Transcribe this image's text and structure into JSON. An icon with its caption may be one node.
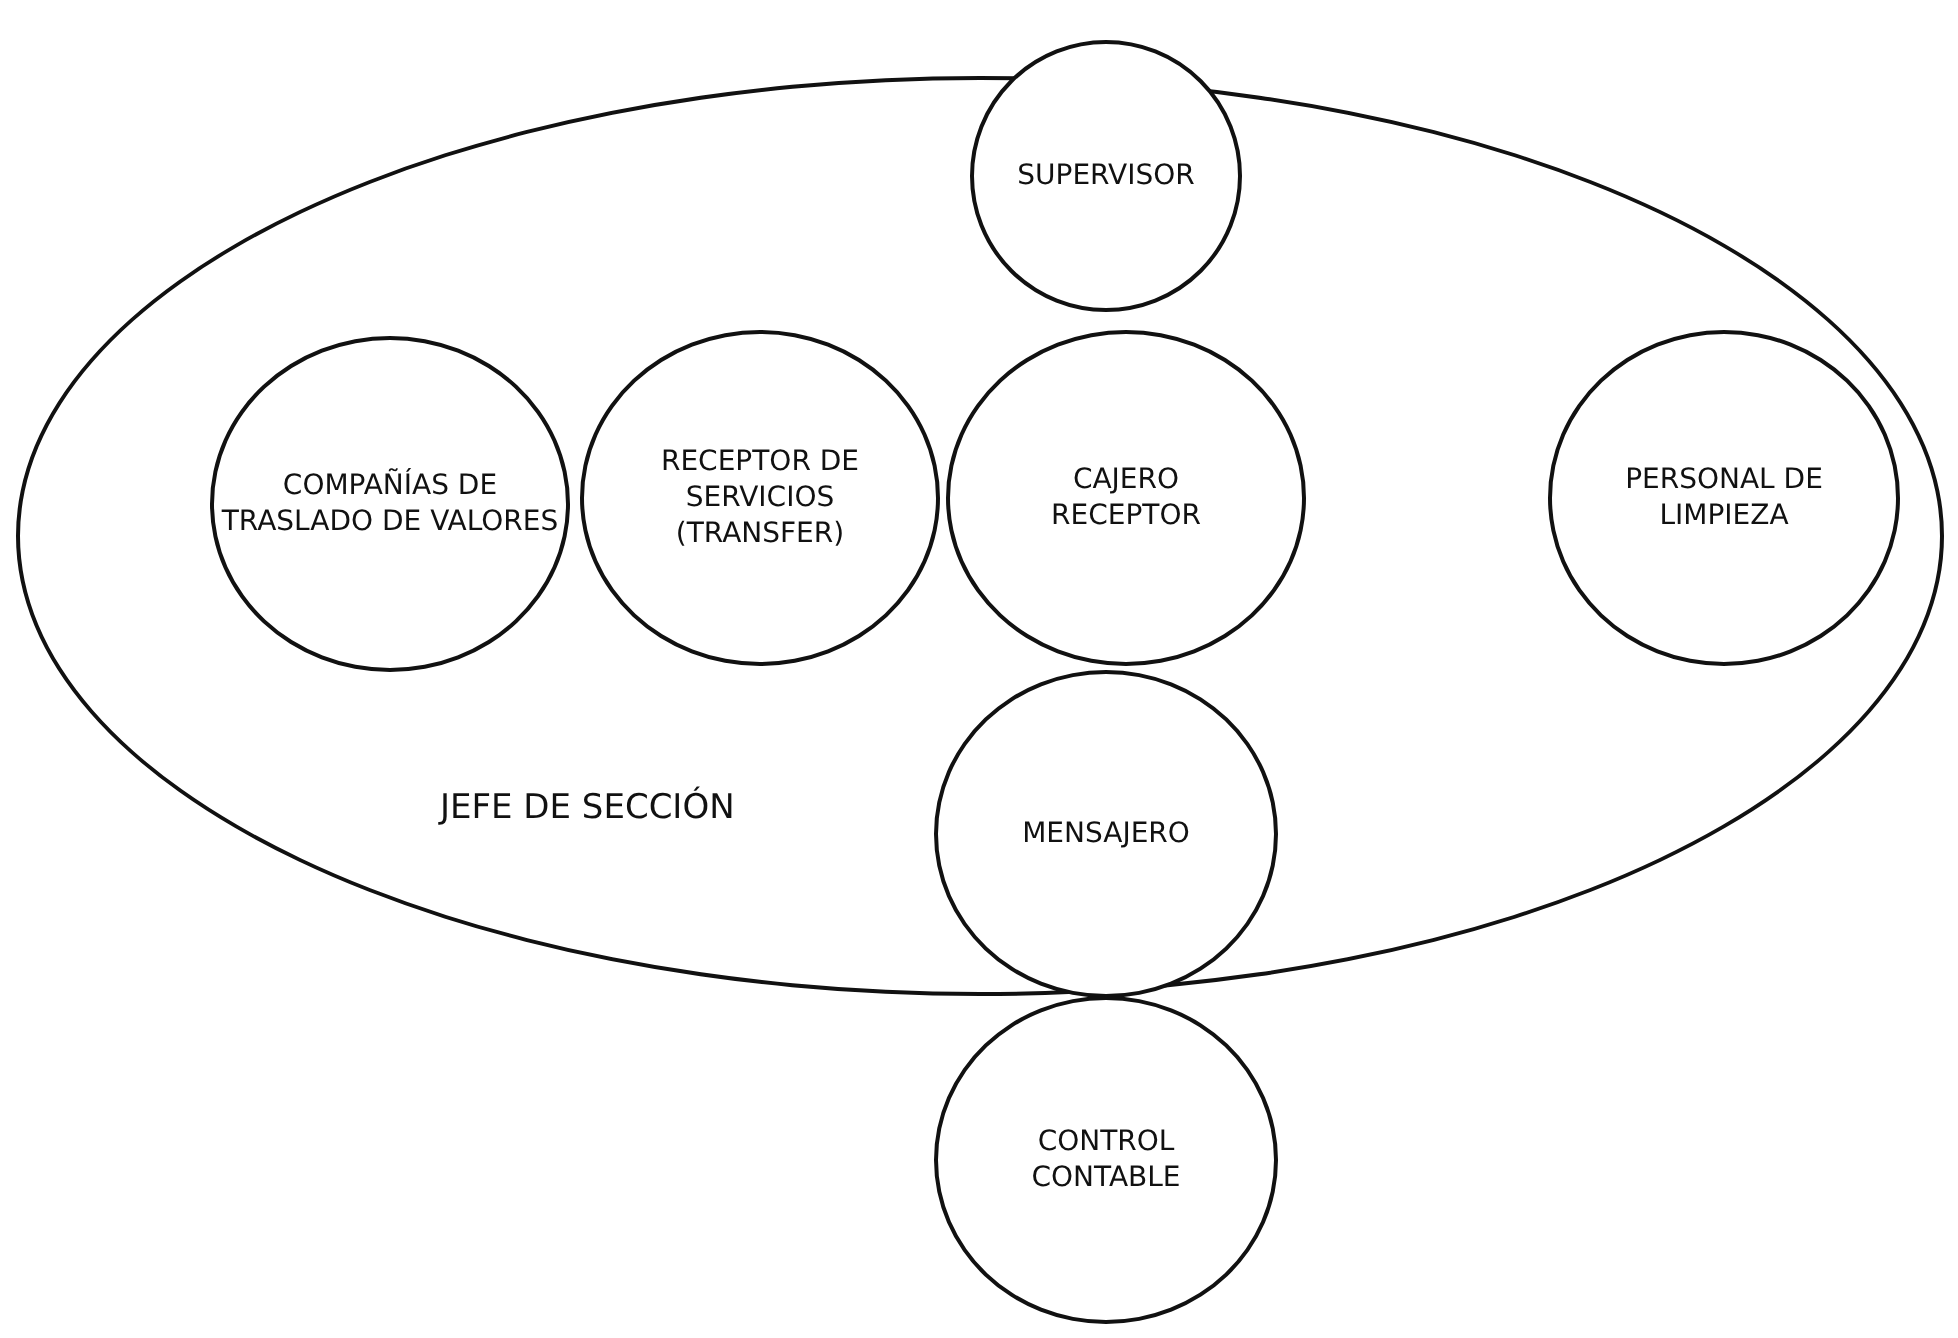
{
  "diagram": {
    "nodes": [
      {
        "text": [
          "JEFE DE SECCIÓN"
        ]
      },
      {
        "text": [
          "SUPERVISOR"
        ]
      },
      {
        "text": [
          "COMPAÑÍAS DE TRASLADO DE VALORES"
        ],
        "in": 0
      },
      {
        "text": [
          "RECEPTOR DE SERVICIOS (TRANSFER)"
        ],
        "in": 0
      },
      {
        "text": [
          "CAJERO RECEPTOR"
        ],
        "in": 0
      },
      {
        "text": [
          "PERSONAL DE LIMPIEZA"
        ],
        "in": 0
      },
      {
        "text": [
          "MENSAJERO"
        ],
        "in": 0
      },
      {
        "text": [
          "CONTROL CONTABLE"
        ]
      }
    ]
  }
}
